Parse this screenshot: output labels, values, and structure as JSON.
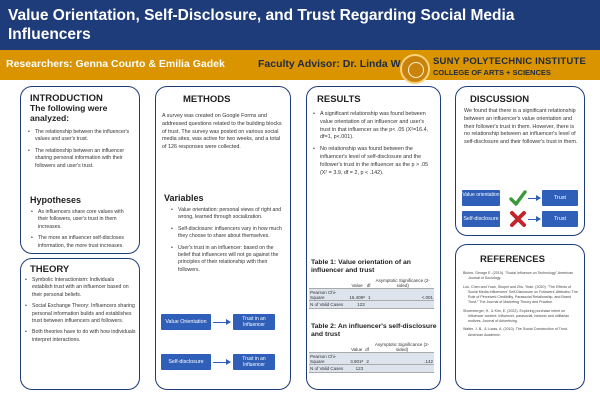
{
  "header": {
    "title": "Value Orientation, Self-Disclosure, and Trust Regarding Social Media Influencers",
    "researchers": "Researchers: Genna Courto & Emilia Gadek",
    "advisor": "Faculty Advisor: Dr. Linda Weber",
    "institution_line1": "SUNY POLYTECHNIC INSTITUTE",
    "institution_line2": "COLLEGE OF ARTS + SCIENCES"
  },
  "colors": {
    "header_bg": "#1f3c7a",
    "subbar_bg": "#d99400",
    "flow_box": "#2f5fb8",
    "panel_border": "#1f3c7a",
    "check_green": "#3a9a3a",
    "cross_red": "#c0262c"
  },
  "intro": {
    "title": "INTRODUCTION",
    "subtitle": "The following were analyzed:",
    "bullets": [
      "The relationship between the influencer's values and user's trust.",
      "The relationship between an influencer sharing personal information with their followers and user's trust."
    ],
    "hyp_title": "Hypotheses",
    "hyp_bullets": [
      "As influencers share core values with their followers, user's trust in them increases.",
      "The more an influencer self-discloses information, the more trust increases."
    ]
  },
  "theory": {
    "title": "THEORY",
    "bullets": [
      "Symbolic Interactionism: Individuals establish trust with an influencer based on their personal beliefs.",
      "Social Exchange Theory: Influencers sharing personal information builds and establishes trust between influencers and followers.",
      "Both theories have to do with how individuals interpret interactions."
    ]
  },
  "methods": {
    "title": "METHODS",
    "paragraph": "A survey was created on Google Forms and addressed questions related to the building blocks of trust. The survey was posted on various social media sites, was active for two weeks, and a total of 126 responses were collected.",
    "var_title": "Variables",
    "var_bullets": [
      "Value orientation: personal views of right and wrong, learned through socialization.",
      "Self-disclosure: influencers vary in how much they choose to share about themselves.",
      "User's trust in an influencer: based on the belief that influencers will not go against the principles of their relationship with their followers."
    ],
    "flow": [
      {
        "from": "Value Orientation",
        "to": "Trust in an Influencer"
      },
      {
        "from": "Self-disclosure",
        "to": "Trust in an Influencer"
      }
    ]
  },
  "results": {
    "title": "RESULTS",
    "bullets": [
      "A significant relationship was found between value orientation of an influencer and user's trust in that influencer as the p< .05 (X²=16.4, df=1, p<.001).",
      "No relationship was found between the influencer's level of self-disclosure and the follower's trust in the influencer as the p > .05 (X² = 3.9, df = 2, p < .142)."
    ],
    "table1": {
      "title": "Table 1: Value orientation of an influencer and trust",
      "headers": [
        "",
        "Value",
        "df",
        "Asymptotic Significance (2-sided)"
      ],
      "rows": [
        [
          "Pearson Chi-Square",
          "16.409ᵃ",
          "1",
          "<.001"
        ],
        [
          "N of Valid Cases",
          "123",
          "",
          ""
        ]
      ]
    },
    "table2": {
      "title": "Table 2: An influencer's self-disclosure and trust",
      "headers": [
        "",
        "Value",
        "df",
        "Asymptotic Significance (2-sided)"
      ],
      "rows": [
        [
          "Pearson Chi-Square",
          "3.901ᵃ",
          "2",
          ".142"
        ],
        [
          "N of Valid Cases",
          "123",
          "",
          ""
        ]
      ]
    }
  },
  "discussion": {
    "title": "DISCUSSION",
    "paragraph": "We found that there is a significant relationship between an influencer's value orientation and their follower's trust in them. However, there is no relationship between an influencer's level of self-disclosure and their follower's trust in them.",
    "flow": [
      {
        "from": "Value orientation",
        "to": "Trust",
        "result_icon": "check-icon"
      },
      {
        "from": "Self-disclosure",
        "to": "Trust",
        "result_icon": "cross-icon"
      }
    ]
  },
  "references": {
    "title": "REFERENCES",
    "items": [
      "Bluhm, George E. (2019). \"Social Influence on Technology\" American Journal of Sociology.",
      "Lou, Chen and Yuan, Shupei and Zhu, Yiran. (2020). \"The Effects of Social Media Influencers' Self-Disclosure on Followers' Attitudes: The Role of Perceived Credibility, Parasocial Relationship, and Brand Trust.\" The Journal of Marketing Theory and Practice.",
      "Shoenberger, H., & Kim, E. (2022). Exploring purchase intent on influencer content. Influencer, parasocial, hedonic and utilitarian motives. Journal of Advertising.",
      "Walter, J. B., & Lucas, A. (2010). The Social Construction of Trust. American Academic."
    ]
  }
}
